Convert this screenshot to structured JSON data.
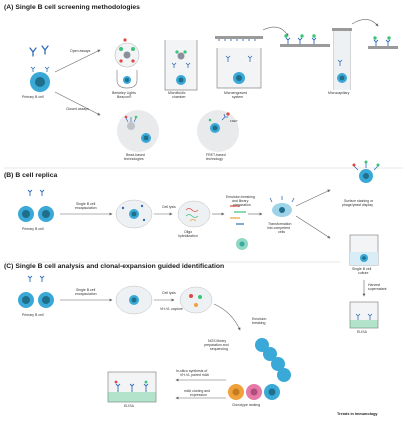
{
  "colors": {
    "cell_blue": "#3aa9d8",
    "nucleus_teal": "#1f6f8b",
    "antibody_blue": "#2f6db5",
    "antigen_green": "#3cc47a",
    "arrow_gray": "#666666",
    "panel_gray": "#bdbdbd",
    "bead_gray": "#e8eaec",
    "fret_red": "#e4473f",
    "orange_cell": "#f0a13a",
    "pink_cell": "#e57aa8"
  },
  "sections": {
    "a": {
      "title": "(A) Single B cell screening methodologies",
      "primary_b_cell": "Primary B cell",
      "open_assays": "Open assays",
      "closed_assays": "Closed assays",
      "berkeley_lights_1": "Berkeley Lights",
      "berkeley_lights_2": "Beacon®",
      "microfluidic_1": "Microfluidic",
      "microfluidic_2": "chamber",
      "microengraved_1": "Microengraved",
      "microengraved_2": "system",
      "microcapillary": "Microcapillary",
      "bead_1": "Bead-based",
      "bead_2": "technologies",
      "fret_1": "FRET-based",
      "fret_2": "technology",
      "fret_tag": "FRET"
    },
    "b": {
      "title": "(B) B cell replica",
      "primary_b_cell": "Primary B cell",
      "encap_1": "Single B cell",
      "encap_2": "encapsulation",
      "cell_lysis": "Cell lysis",
      "oligo_1": "Oligo",
      "oligo_2": "hybridization",
      "emulsion_1": "Emulsion breaking",
      "emulsion_2": "and library",
      "emulsion_3": "preparation",
      "transform_1": "Transformation",
      "transform_2": "into competent",
      "transform_3": "cells",
      "surface_1": "Surface staining or",
      "surface_2": "phage/yeast display",
      "culture_1": "Single B cell",
      "culture_2": "culture",
      "harvest_1": "Harvest",
      "harvest_2": "supernatant",
      "elisa": "ELISA"
    },
    "c": {
      "title": "(C) Single B cell analysis and clonal-expansion guided identification",
      "primary_b_cell": "Primary B cell",
      "encap_1": "Single B cell",
      "encap_2": "encapsulation",
      "cell_lysis": "Cell lysis",
      "vhvl": "VH-VL capture",
      "emulsion_1": "Emulsion",
      "emulsion_2": "breaking",
      "ngs_1": "NGS library",
      "ngs_2": "preparation and",
      "ngs_3": "sequencing",
      "insilico_1": "In-silico synthesis of",
      "insilico_2": "VH-VL paired mAb",
      "mab_1": "mAb cloning and",
      "mab_2": "expression",
      "clonotype": "Clonotype ranking",
      "elisa": "ELISA"
    }
  },
  "footer": {
    "journal": "Trends in Immunology"
  }
}
